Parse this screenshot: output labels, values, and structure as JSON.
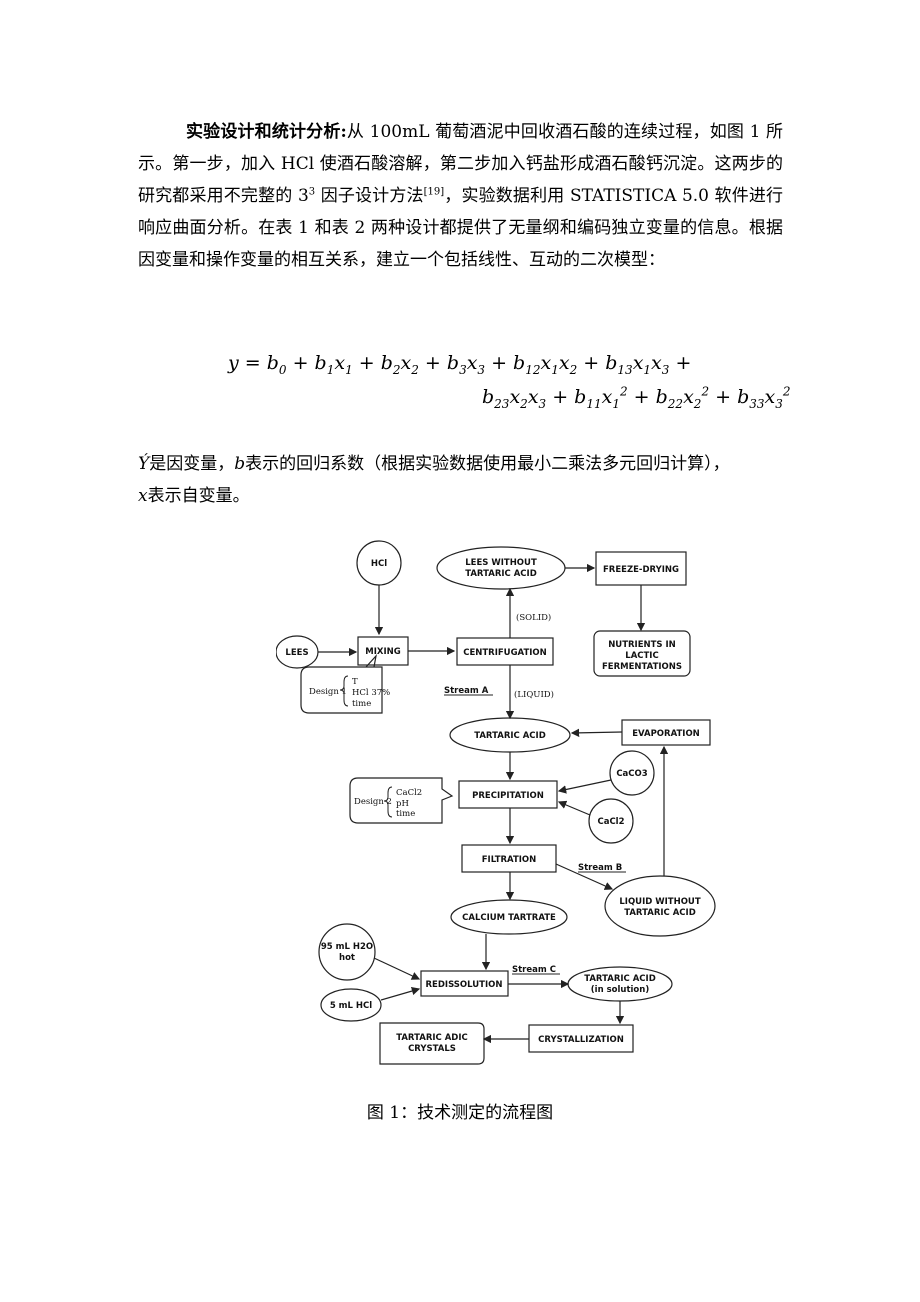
{
  "text": {
    "heading": "实验设计和统计分析:",
    "paragraph1": "从 100mL 葡萄酒泥中回收酒石酸的连续过程，如图 1 所示。第一步，加入 HCl 使酒石酸溶解，第二步加入钙盐形成酒石酸钙沉淀。这两步的研究都采用不完整的 3",
    "paragraph1_sup": "3",
    "paragraph1_b": " 因子设计方法",
    "paragraph1_ref": "[19]",
    "paragraph1_c": "，实验数据利用 STATISTICA 5.0 软件进行响应曲面分析。在表 1 和表 2 两种设计都提供了无量纲和编码独立变量的信息。根据因变量和操作变量的相互关系，建立一个包括线性、互动的二次模型：",
    "p2_y": "Ý",
    "p2_a": "是因变量，",
    "p2_b": "b",
    "p2_c": "表示的回归系数（根据实验数据使用最小二乘法多元回归计算），",
    "p2_x": "x",
    "p2_d": "表示自变量。",
    "caption": "图 1：技术测定的流程图"
  },
  "equation": {
    "line1": "y = b0 + b1x1 + b2x2 + b3x3 + b12x1x2 + b13x1x3 +",
    "line2": "b23x2x3 + b11x1^2 + b22x2^2 + b33x3^2"
  },
  "flowchart": {
    "hcl": "HCl",
    "lees": "LEES",
    "mixing": "MIXING",
    "centrifugation": "CENTRIFUGATION",
    "lees_without_1": "LEES WITHOUT",
    "lees_without_2": "TARTARIC ACID",
    "freeze_drying": "FREEZE-DRYING",
    "nutrients_1": "NUTRIENTS IN",
    "nutrients_2": "LACTIC",
    "nutrients_3": "FERMENTATIONS",
    "solid": "(SOLID)",
    "liquid": "(LIQUID)",
    "stream_a": "Stream A",
    "design1": "Design 1",
    "design1_t": "T",
    "design1_hcl": "HCl 37%",
    "design1_time": "time",
    "tartaric_acid": "TARTARIC ACID",
    "evaporation": "EVAPORATION",
    "caco3": "CaCO3",
    "cacl2": "CaCl2",
    "precipitation": "PRECIPITATION",
    "design2": "Design 2",
    "design2_cacl2": "CaCl2",
    "design2_ph": "pH",
    "design2_time": "time",
    "filtration": "FILTRATION",
    "stream_b": "Stream B",
    "liquid_without_1": "LIQUID WITHOUT",
    "liquid_without_2": "TARTARIC ACID",
    "calcium_tartrate": "CALCIUM TARTRATE",
    "water_1": "95 mL H2O",
    "water_2": "hot",
    "hcl5": "5 mL HCl",
    "redissolution": "REDISSOLUTION",
    "stream_c": "Stream C",
    "ta_solution_1": "TARTARIC ACID",
    "ta_solution_2": "(in solution)",
    "crystallization": "CRYSTALLIZATION",
    "crystals_1": "TARTARIC ADIC",
    "crystals_2": "CRYSTALS"
  }
}
